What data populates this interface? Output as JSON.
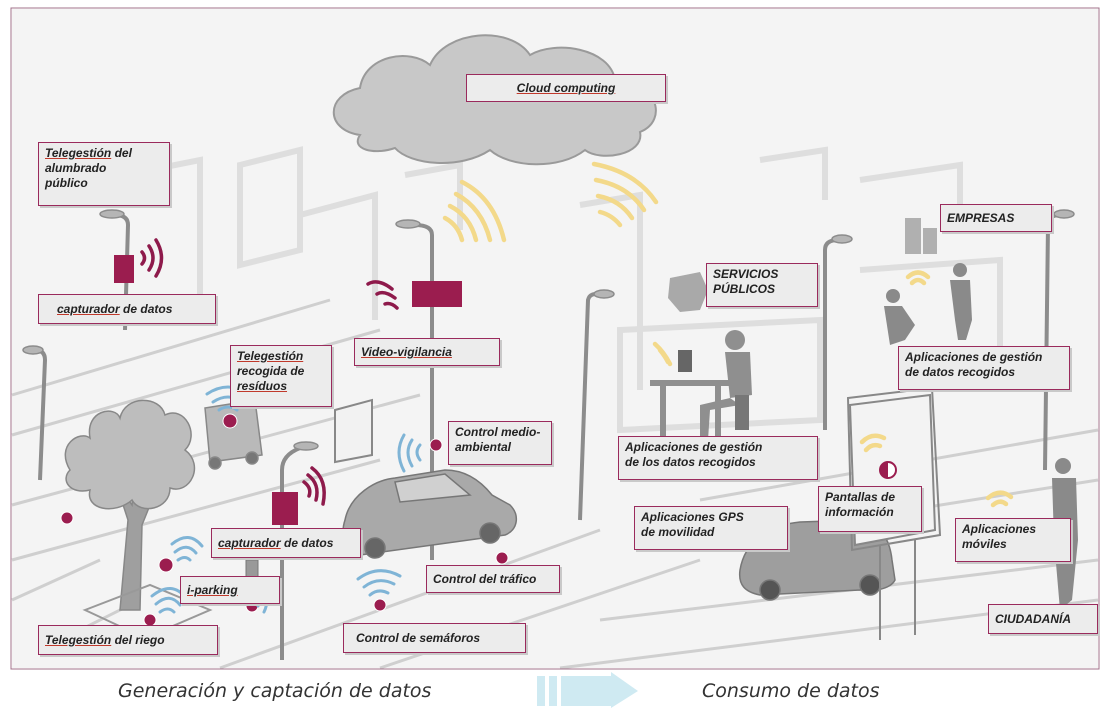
{
  "labels": {
    "cloud": "Cloud computing",
    "telegestion_alumbrado_u": "Telegestión",
    "telegestion_alumbrado_rest1": " del",
    "telegestion_alumbrado_rest2": "alumbrado",
    "telegestion_alumbrado_rest3": "público",
    "capturador_top_u": "capturador",
    "capturador_top_rest": " de datos",
    "video": "Video-vigilancia",
    "telegestion_residuos_1": "Telegestión",
    "telegestion_residuos_2": "recogida de",
    "telegestion_residuos_3": "resíduos",
    "control_medio_1": "Control medio-",
    "control_medio_2": "ambiental",
    "capturador_bottom_u": "capturador",
    "capturador_bottom_rest": " de datos",
    "iparking": "i-parking",
    "control_trafico": "Control del tráfico",
    "control_semaforos": "Control  de  semáforos",
    "telegestion_riego_u": "Telegestión",
    "telegestion_riego_rest": " del riego",
    "servicios_1": "SERVICIOS",
    "servicios_2": "PÚBLICOS",
    "empresas": "EMPRESAS",
    "apps_gestion_empresas_1": "Aplicaciones de gestión",
    "apps_gestion_empresas_2": "de datos recogidos",
    "apps_gestion_publicos_1": "Aplicaciones de gestión",
    "apps_gestion_publicos_2": "de los datos recogidos",
    "pantallas_1": "Pantallas de",
    "pantallas_2": "información",
    "apps_gps_1": "Aplicaciones GPS",
    "apps_gps_2": "de movilidad",
    "apps_moviles_1": "Aplicaciones",
    "apps_moviles_2": "móviles",
    "ciudadania": "CIUDADANÍA"
  },
  "captions": {
    "left": "Generación y captación de datos",
    "right": "Consumo de datos"
  },
  "colors": {
    "accent": "#9b1d4f",
    "wifi_purple": "#8e1a4b",
    "wifi_blue": "#7fb4d6",
    "wifi_yellow": "#f3d98a",
    "arrow": "#cfeaf2"
  }
}
